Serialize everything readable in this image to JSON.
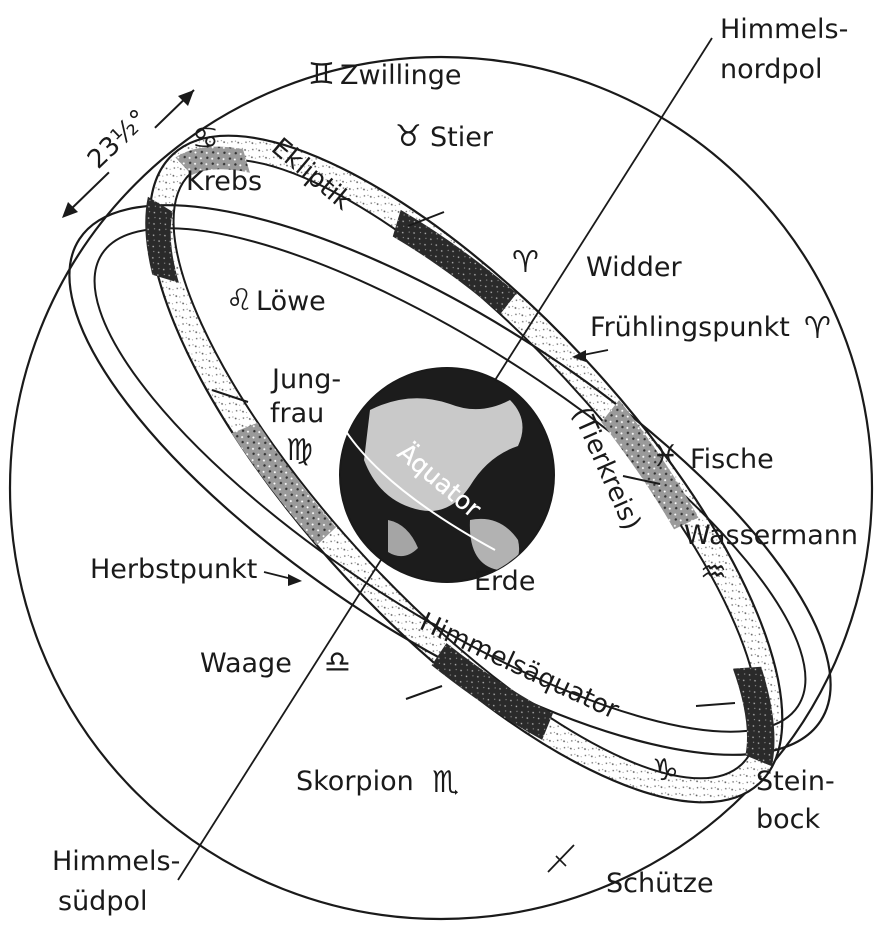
{
  "diagram": {
    "angle_label": "23½°",
    "labels": {
      "himmelsnordpol": [
        "Himmels-",
        "nordpol"
      ],
      "himmelssuedpol": [
        "Himmels-",
        "südpol"
      ],
      "zwillinge": "Zwillinge",
      "stier": "Stier",
      "krebs": "Krebs",
      "ekliptik": "Ekliptik",
      "widder": "Widder",
      "loewe": "Löwe",
      "fruehlingspunkt": "Frühlingspunkt",
      "jungfrau": [
        "Jung-",
        "frau"
      ],
      "aequator": "Äquator",
      "fische": "Fische",
      "tierkreis": "(Tierkreis)",
      "wassermann": "Wassermann",
      "herbstpunkt": "Herbstpunkt",
      "erde": "Erde",
      "himmelsaequator": "Himmelsäquator",
      "waage": "Waage",
      "skorpion": "Skorpion",
      "steinbock": [
        "Stein-",
        "bock"
      ],
      "schuetze": "Schütze"
    },
    "symbols": {
      "zwillinge": "♊",
      "stier": "♉",
      "krebs": "♋",
      "widder": "♈",
      "loewe": "♌",
      "fruehlingspunkt": "♈",
      "jungfrau": "♍",
      "fische": "♓",
      "wassermann": "♒",
      "waage": "♎",
      "skorpion": "♏",
      "steinbock": "♑",
      "schuetze": "♐"
    }
  }
}
